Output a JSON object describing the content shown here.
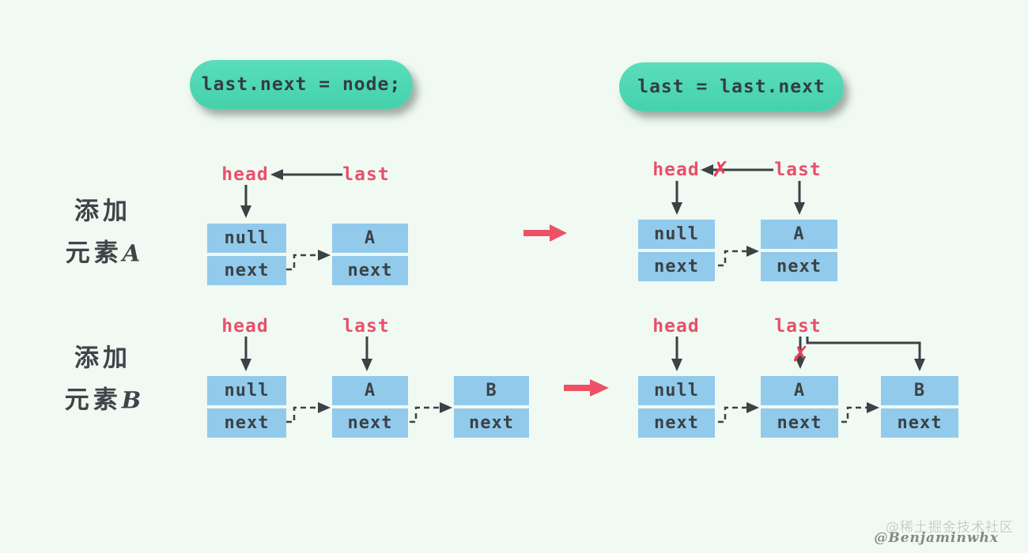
{
  "code_pills": {
    "left": "last.next = node;",
    "right": "last = last.next"
  },
  "rows": [
    {
      "label": {
        "line1": "添加",
        "line2_prefix": "元素",
        "line2_letter": "A"
      },
      "before": {
        "head_label": "head",
        "last_label": "last",
        "nodes": [
          {
            "value": "null",
            "pointer": "next"
          },
          {
            "value": "A",
            "pointer": "next"
          }
        ]
      },
      "after": {
        "head_label": "head",
        "last_label": "last",
        "nodes": [
          {
            "value": "null",
            "pointer": "next"
          },
          {
            "value": "A",
            "pointer": "next"
          }
        ]
      }
    },
    {
      "label": {
        "line1": "添加",
        "line2_prefix": "元素",
        "line2_letter": "B"
      },
      "before": {
        "head_label": "head",
        "last_label": "last",
        "nodes": [
          {
            "value": "null",
            "pointer": "next"
          },
          {
            "value": "A",
            "pointer": "next"
          },
          {
            "value": "B",
            "pointer": "next"
          }
        ]
      },
      "after": {
        "head_label": "head",
        "last_label": "last",
        "nodes": [
          {
            "value": "null",
            "pointer": "next"
          },
          {
            "value": "A",
            "pointer": "next"
          },
          {
            "value": "B",
            "pointer": "next"
          }
        ]
      }
    }
  ],
  "icons": {
    "broken_link_x": "✗"
  },
  "watermark": {
    "line1": "@稀土掘金技术社区",
    "line2": "@Benjaminwhx"
  },
  "colors": {
    "background": "#F0FAF2",
    "pill_green": "#4FD7B3",
    "node_blue": "#92CAEC",
    "text_dark": "#3A4247",
    "pointer_red": "#E8506A",
    "transition_arrow_red": "#EE5166",
    "arrow_dark": "#3A4245"
  }
}
